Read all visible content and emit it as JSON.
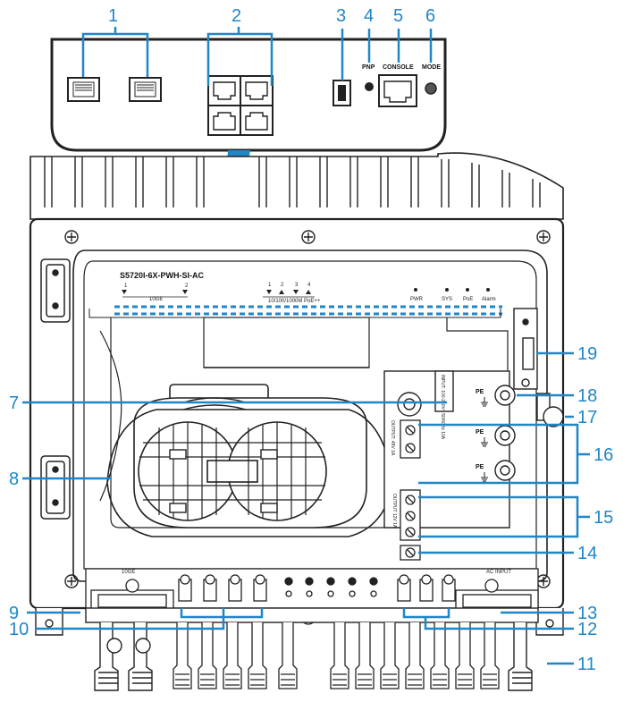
{
  "diagram": {
    "model": "S5720I-6X-PWH-SI-AC",
    "port_labels": {
      "pnp": "PNP",
      "console": "CONSOLE",
      "mode": "MODE",
      "sfp_group": "10GE",
      "ac_input": "AC INPUT",
      "pe": "PE"
    },
    "led_labels": {
      "uplink_numbers": [
        "1",
        "2"
      ],
      "uplink_group": "10GE",
      "copper_numbers": [
        "1",
        "2",
        "3",
        "4"
      ],
      "copper_group": "10/100/1000M PoE++",
      "pwr": "PWR",
      "sys": "SYS",
      "poe": "PoE",
      "alarm": "Alarm"
    },
    "side_labels": {
      "power_rating": "INPUT: 100-240V~ 50/60Hz 10A",
      "poe_out": "OUTPUT: 48V 1A",
      "terminal_out": "OUTPUT 12V 1A"
    },
    "callouts": [
      "1",
      "2",
      "3",
      "4",
      "5",
      "6",
      "7",
      "8",
      "9",
      "10",
      "11",
      "12",
      "13",
      "14",
      "15",
      "16",
      "17",
      "18",
      "19"
    ]
  }
}
